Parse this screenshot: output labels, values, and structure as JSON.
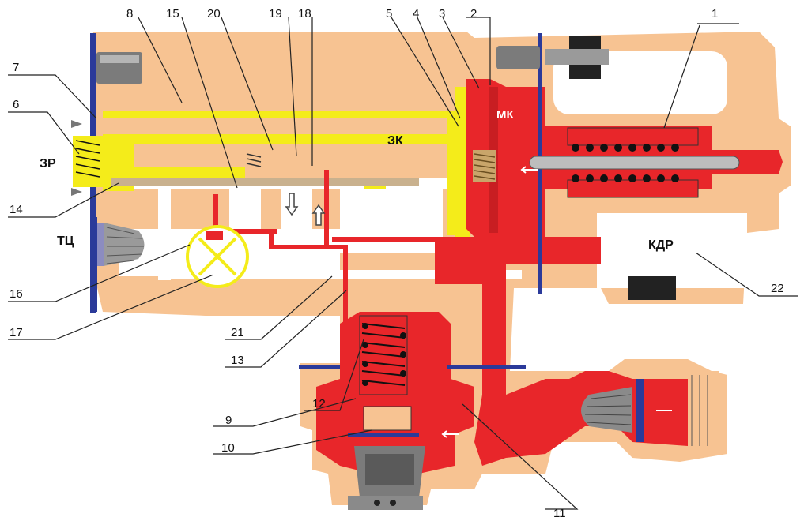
{
  "diagram": {
    "callouts": [
      "1",
      "2",
      "3",
      "4",
      "5",
      "6",
      "7",
      "8",
      "9",
      "10",
      "11",
      "12",
      "13",
      "14",
      "15",
      "16",
      "17",
      "18",
      "19",
      "20",
      "21",
      "22"
    ],
    "labels": {
      "zr": "ЗР",
      "tc": "ТЦ",
      "zk": "ЗК",
      "mk": "МК",
      "kdr": "КДР"
    },
    "colors": {
      "body": "#f7c392",
      "pressure": "#e8262a",
      "line_yellow": "#f4ec1a",
      "channel_white": "#ffffff",
      "gasket_blue": "#2b3a9a",
      "steel": "#8a8a8a"
    }
  }
}
